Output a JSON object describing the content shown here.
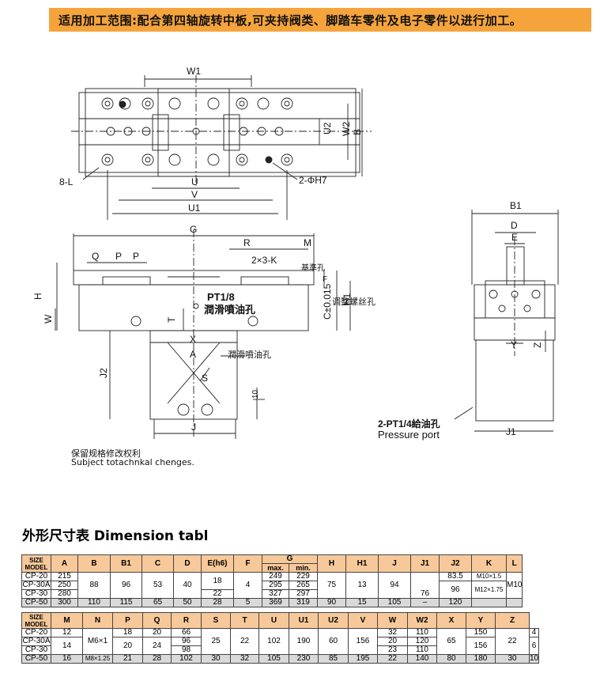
{
  "banner": {
    "text": "适用加工范围:配合第四轴旋转中板,可夹持阀类、脚踏车零件及电子零件以进行加工。",
    "color": "#f5a43c"
  },
  "drawing": {
    "labels": {
      "W1": "W1",
      "U2": "U2",
      "W2": "W2",
      "B": "B",
      "L8": "8-L",
      "H7": "2-ΦH7",
      "U": "U",
      "V": "V",
      "U1": "U1",
      "G": "G",
      "R": "R",
      "M": "M",
      "Q": "Q",
      "P1": "P",
      "P2": "P",
      "K": "2×3-K",
      "F": "F",
      "H1": "H1",
      "H": "H",
      "W": "W",
      "T": "T",
      "C": "C±0.015",
      "PT18": "PT1/8",
      "lube1": "潤滑噴油孔",
      "lube2": "潤滑噴油孔",
      "adj": "调整螺丝孔",
      "jisq": "基準孔",
      "X": "X",
      "A": "A",
      "S": "S",
      "J2": "J2",
      "ten": "10",
      "J": "J",
      "B1": "B1",
      "D": "D",
      "E": "E",
      "Y": "Y",
      "Z": "Z",
      "J1": "J1",
      "ptq": "2-PT1/4給油孔",
      "pport": "Pressure port"
    },
    "note_cn": "保留规格修改权利",
    "note_en": "Subject totachnkal chenges."
  },
  "section_title": "外形尺寸表 Dimension tabl",
  "table1": {
    "size_label": "SIZE",
    "model_label": "MODEL",
    "headers": [
      "A",
      "B",
      "B1",
      "C",
      "D",
      "E(h6)",
      "F",
      "G",
      "H",
      "H1",
      "J",
      "J1",
      "J2",
      "K",
      "L"
    ],
    "g_sub": [
      "max.",
      "min."
    ],
    "models": [
      "CP-20",
      "CP-30A",
      "CP-30",
      "CP-50"
    ],
    "A": [
      "215",
      "250",
      "280",
      "300"
    ],
    "B": [
      "88",
      "110"
    ],
    "B1": [
      "96",
      "115"
    ],
    "C": [
      "53",
      "65"
    ],
    "D": [
      "40",
      "50"
    ],
    "E": [
      "18",
      "22",
      "28"
    ],
    "F": [
      "4",
      "5"
    ],
    "Gmax": [
      "249",
      "295",
      "327",
      "369"
    ],
    "Gmin": [
      "229",
      "265",
      "297",
      "319"
    ],
    "H": [
      "75",
      "90"
    ],
    "H1": [
      "13",
      "15"
    ],
    "J": [
      "94",
      "105"
    ],
    "J1": [
      "76",
      "–"
    ],
    "J2": [
      "83.5",
      "96",
      "120"
    ],
    "K": [
      "M10×1.5",
      "M12×1.75"
    ],
    "L": [
      "M10"
    ]
  },
  "table2": {
    "size_label": "SIZE",
    "model_label": "MODEL",
    "headers": [
      "M",
      "N",
      "P",
      "Q",
      "R",
      "S",
      "T",
      "U",
      "U1",
      "U2",
      "V",
      "W",
      "W2",
      "X",
      "Y",
      "Z"
    ],
    "models": [
      "CP-20",
      "CP-30A",
      "CP-30",
      "CP-50"
    ],
    "M": [
      "12",
      "14",
      "16"
    ],
    "N": [
      "M6×1",
      "M8×1.25"
    ],
    "P": [
      "18",
      "20",
      "21"
    ],
    "Q": [
      "20",
      "24",
      "28"
    ],
    "R": [
      "66",
      "96",
      "98",
      "102"
    ],
    "S": [
      "25",
      "30"
    ],
    "T": [
      "22",
      "32"
    ],
    "U": [
      "102",
      "105"
    ],
    "U1": [
      "190",
      "230"
    ],
    "U2": [
      "60",
      "85"
    ],
    "V": [
      "156",
      "195"
    ],
    "W": [
      "32",
      "20",
      "23",
      "22"
    ],
    "W2x": [
      "110",
      "120",
      "110",
      "140"
    ],
    "W2": [
      "65",
      "80"
    ],
    "X": [
      "150",
      "156",
      "180"
    ],
    "Y": [
      "22",
      "30"
    ],
    "Z": [
      "4",
      "6",
      "10"
    ]
  }
}
